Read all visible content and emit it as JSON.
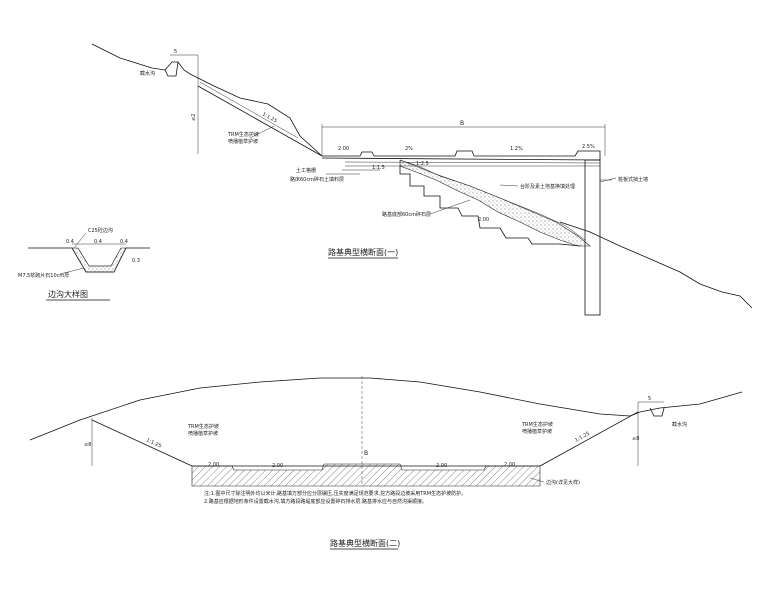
{
  "top_section": {
    "title": "路基典型横断面(一)",
    "dim_top": "5",
    "dim_width": "B",
    "dim_height": "≤2",
    "slope_label": "1:1.25",
    "crown_left_label": "截水沟",
    "left_notes": [
      "TRM生态护坡",
      "喷播植草护坡"
    ],
    "road_segments": [
      "2.00",
      "2%",
      "1.2%",
      "2.5%"
    ],
    "layer_notes": [
      "土工格栅",
      "路床60cm碎石土填料层"
    ],
    "step_labels": [
      "1:1.5",
      "1:2.5",
      "2.00"
    ],
    "right_notes": [
      "台阶及素土地基换填处理",
      "路基底部60cm碎石层"
    ],
    "wall_label": "桩板式挡土墙"
  },
  "ditch_detail": {
    "title": "边沟大样图",
    "label_top": "C25砼边沟",
    "label_bottom": "M7.5浆砌片石10cm厚",
    "dims": [
      "0.4",
      "0.4",
      "0.3",
      "0.4"
    ]
  },
  "bottom_section": {
    "title": "路基典型横断面(二)",
    "dim_left_height": "≤8",
    "dim_right_height": "≤8",
    "dim_top_right": "5",
    "dim_center": "B",
    "left_slope": "1:1.25",
    "right_slope": "1:1.25",
    "left_notes": [
      "TRM生态护坡",
      "喷播植草护坡"
    ],
    "right_notes": [
      "TRM生态护坡",
      "喷播植草护坡"
    ],
    "right_crown_label": "截水沟",
    "road_segments": [
      "2.00",
      "2.00",
      "2.00",
      "2.00"
    ],
    "bottom_right_note": "边沟(详见大样)",
    "notes": [
      "注:1.图中尺寸除注明外均以米计,路基填方部分应分层碾压,压实度满足规范要求,挖方路段边坡采用TRM生态护坡防护。",
      "2.路基应根据地形条件设置截水沟,填方路段路堤底部应设置碎石排水层,路基排水应与自然沟渠顺接。"
    ]
  }
}
